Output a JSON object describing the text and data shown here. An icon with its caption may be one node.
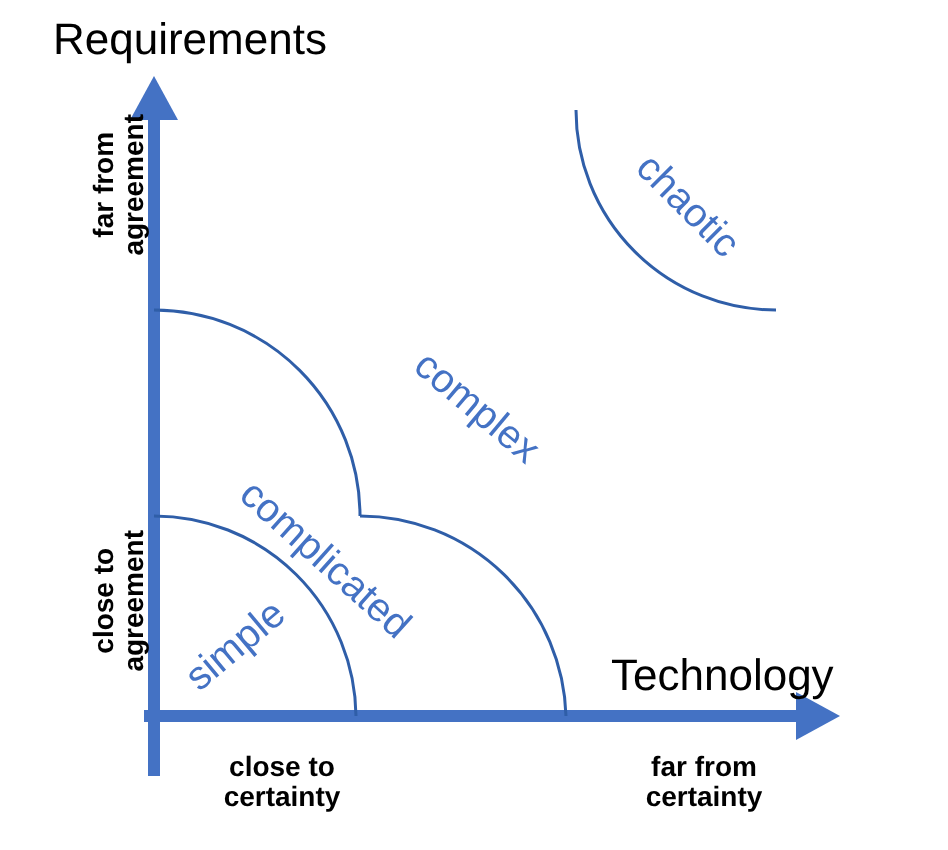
{
  "diagram": {
    "labels": [
      "Requirements",
      "far from agreement",
      "close to agreement",
      "chaotic",
      "complex",
      "complicated",
      "simple",
      "Technology",
      "close to certainty",
      "far from certainty"
    ]
  }
}
